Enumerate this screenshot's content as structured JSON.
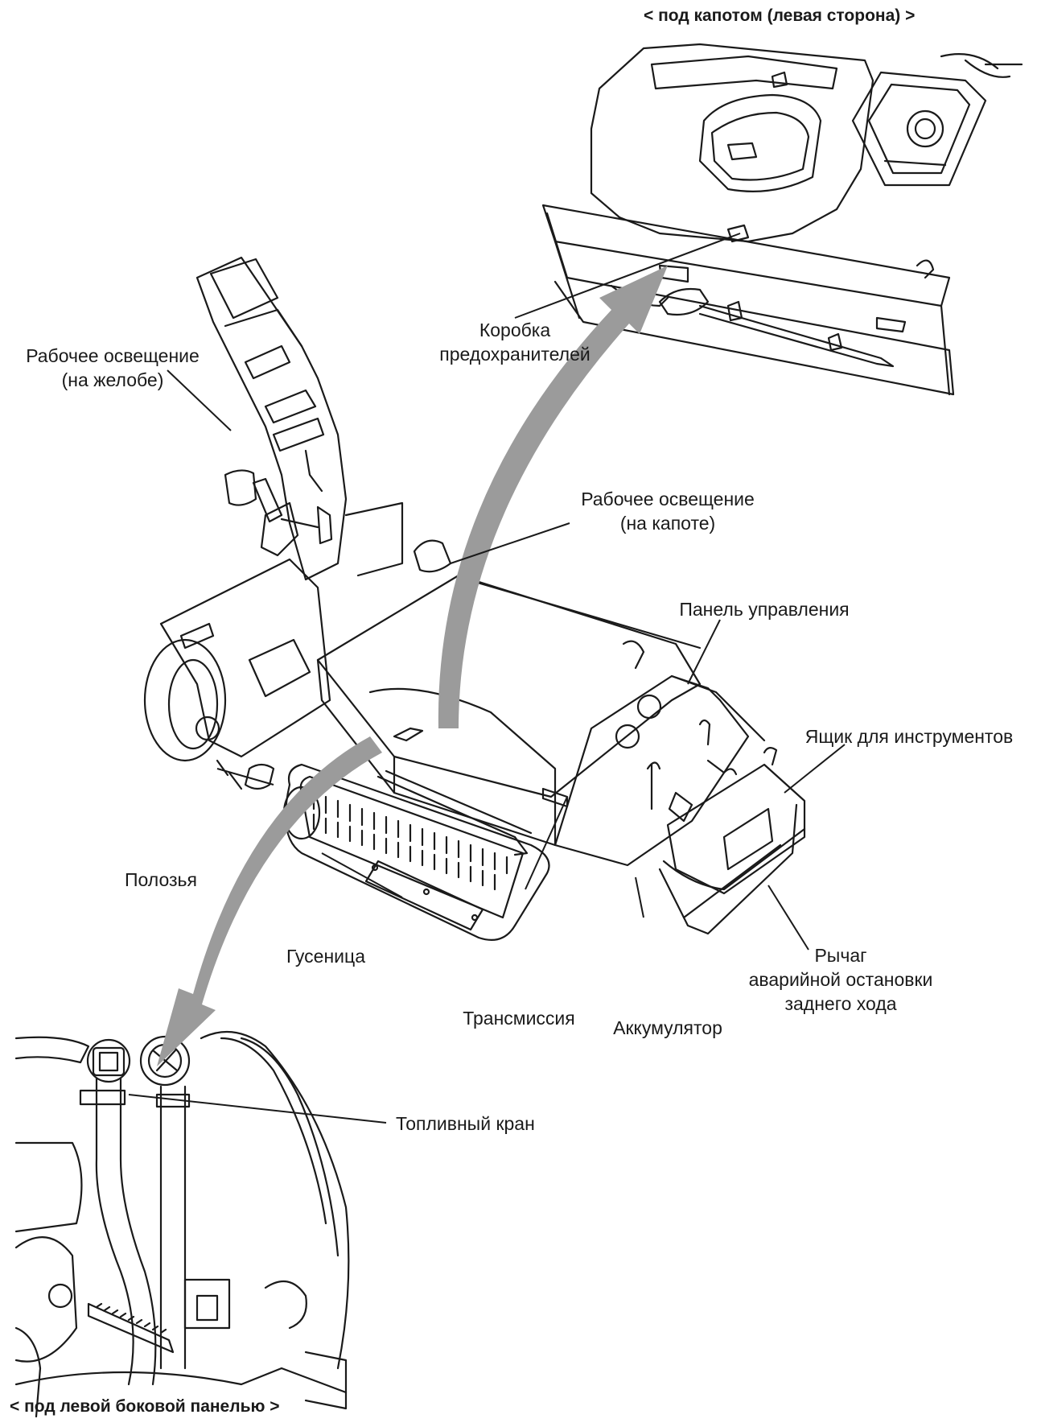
{
  "captions": {
    "under_hood": "< под капотом (левая сторона) >",
    "under_side_panel": "< под левой боковой панелью >"
  },
  "labels": {
    "fuse_box": [
      "Коробка",
      "предохранителей"
    ],
    "work_light_chute": [
      "Рабочее освещение",
      "(на желобе)"
    ],
    "work_light_hood": [
      "Рабочее освещение",
      "(на капоте)"
    ],
    "control_panel": "Панель управления",
    "tool_box": "Ящик для инструментов",
    "skids": "Полозья",
    "track": "Гусеница",
    "transmission": "Трансмиссия",
    "battery": "Аккумулятор",
    "emergency_lever": [
      "Рычаг",
      "аварийной остановки",
      "заднего хода"
    ],
    "fuel_valve": "Топливный кран"
  },
  "colors": {
    "arrow": "#9b9b9b",
    "line": "#1a1a1a"
  }
}
